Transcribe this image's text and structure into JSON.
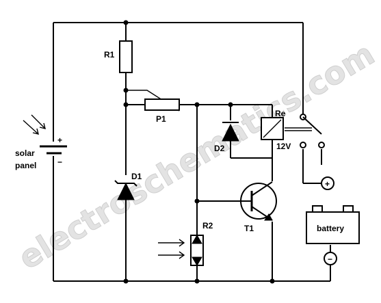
{
  "watermark": "electroschematics.com",
  "labels": {
    "r1": "R1",
    "p1": "P1",
    "d1": "D1",
    "d2": "D2",
    "re": "Re",
    "voltage": "12V",
    "t1": "T1",
    "r2": "R2",
    "solar_line1": "solar",
    "solar_line2": "panel",
    "solar_plus": "+",
    "solar_minus": "−",
    "battery": "battery",
    "out_plus": "+",
    "out_minus": "−"
  }
}
